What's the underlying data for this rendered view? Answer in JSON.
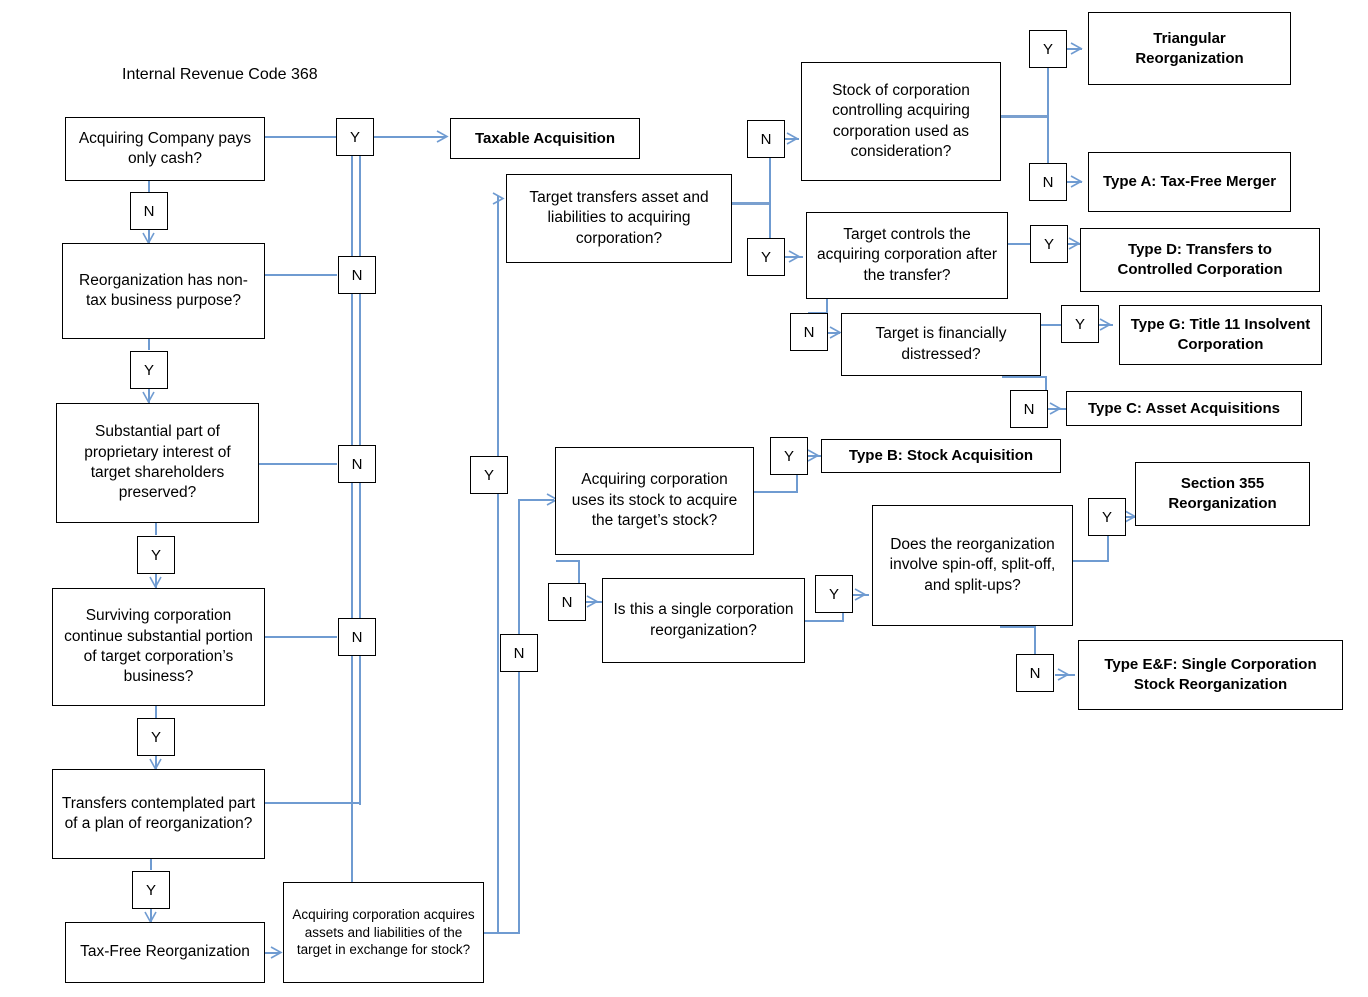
{
  "diagram": {
    "title": "Internal Revenue Code 368",
    "type": "flowchart",
    "line_color": "#6f9bd1",
    "box_border_color": "#000000",
    "background": "#ffffff"
  },
  "nodes": {
    "q_cash": "Acquiring Company pays only cash?",
    "q_purpose": "Reorganization has non-tax business purpose?",
    "q_proprietary": "Substantial part of proprietary interest of target shareholders preserved?",
    "q_surviving": "Surviving corporation continue substantial portion of target corporation’s business?",
    "q_plan": "Transfers contemplated part of a plan of reorganization?",
    "r_taxfree_reorg": "Tax-Free Reorganization",
    "q_assets_exchange": "Acquiring corporation acquires assets and liabilities of the target in exchange for stock?",
    "r_taxable": "Taxable Acquisition",
    "q_target_transfers": "Target transfers asset and liabilities to acquiring corporation?",
    "q_stock_control": "Stock of corporation controlling acquiring corporation used as consideration?",
    "q_target_controls": "Target controls the acquiring corporation after the transfer?",
    "q_distressed": "Target is financially distressed?",
    "r_triangular": "Triangular Reorganization",
    "r_type_a": "Type A: Tax-Free Merger",
    "r_type_d": "Type D: Transfers to Controlled Corporation",
    "r_type_g": "Type G: Title 11 Insolvent Corporation",
    "r_type_c": "Type C: Asset Acquisitions",
    "q_stock_for_stock": "Acquiring corporation uses its stock to acquire the target’s stock?",
    "q_single_corp": "Is this a single corporation reorganization?",
    "q_spinoff": "Does the reorganization involve spin-off, split-off, and split-ups?",
    "r_type_b": "Type B: Stock Acquisition",
    "r_section355": "Section 355 Reorganization",
    "r_type_ef": "Type E&F: Single Corporation Stock Reorganization"
  },
  "labels": {
    "yes": "Y",
    "no": "N"
  },
  "edge_labels": [
    {
      "id": "cash-yes",
      "text": "Y"
    },
    {
      "id": "cash-no",
      "text": "N"
    },
    {
      "id": "purpose-no",
      "text": "N"
    },
    {
      "id": "purpose-yes",
      "text": "Y"
    },
    {
      "id": "proprietary-no",
      "text": "N"
    },
    {
      "id": "proprietary-yes",
      "text": "Y"
    },
    {
      "id": "surviving-no",
      "text": "N"
    },
    {
      "id": "surviving-yes",
      "text": "Y"
    },
    {
      "id": "plan-yes",
      "text": "Y"
    },
    {
      "id": "assets-yes",
      "text": "Y"
    },
    {
      "id": "assets-no",
      "text": "N"
    },
    {
      "id": "transfers-no",
      "text": "N"
    },
    {
      "id": "transfers-yes",
      "text": "Y"
    },
    {
      "id": "stockctrl-yes",
      "text": "Y"
    },
    {
      "id": "stockctrl-no",
      "text": "N"
    },
    {
      "id": "targetctrl-yes",
      "text": "Y"
    },
    {
      "id": "targetctrl-no",
      "text": "N"
    },
    {
      "id": "distressed-yes",
      "text": "Y"
    },
    {
      "id": "distressed-no",
      "text": "N"
    },
    {
      "id": "stockstock-yes",
      "text": "Y"
    },
    {
      "id": "stockstock-no",
      "text": "N"
    },
    {
      "id": "single-yes",
      "text": "Y"
    },
    {
      "id": "spinoff-yes",
      "text": "Y"
    },
    {
      "id": "spinoff-no",
      "text": "N"
    }
  ]
}
